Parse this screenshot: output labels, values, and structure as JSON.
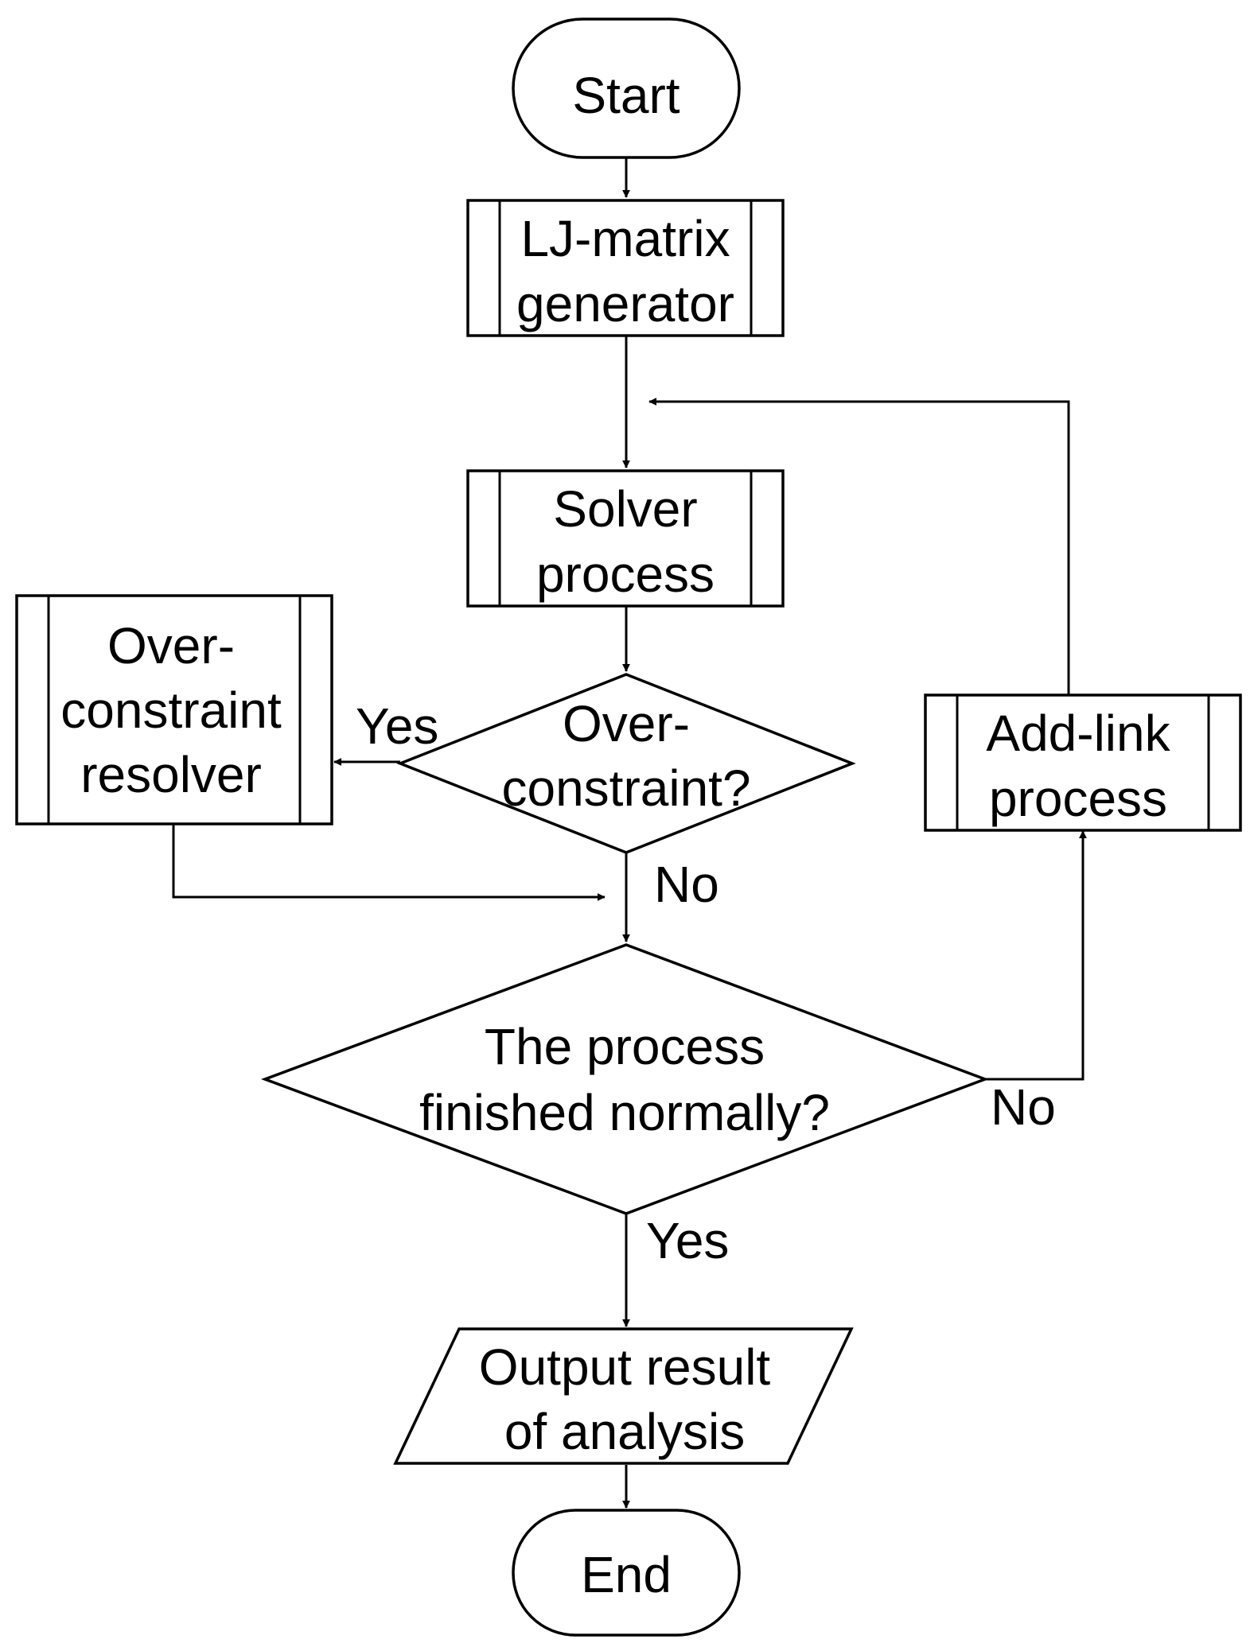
{
  "diagram": {
    "nodes": {
      "start": {
        "lines": [
          "Start"
        ]
      },
      "lj_matrix": {
        "lines": [
          "LJ-matrix",
          "generator"
        ]
      },
      "solver": {
        "lines": [
          "Solver",
          "process"
        ]
      },
      "over_resolver": {
        "lines": [
          "Over-",
          "constraint",
          "resolver"
        ]
      },
      "over_check": {
        "lines": [
          "Over-",
          "constraint?"
        ]
      },
      "add_link": {
        "lines": [
          "Add-link",
          "process"
        ]
      },
      "finished_check": {
        "lines": [
          "The process",
          "finished normally?"
        ]
      },
      "output": {
        "lines": [
          "Output result",
          "of analysis"
        ]
      },
      "end": {
        "lines": [
          "End"
        ]
      }
    },
    "edge_labels": {
      "over_yes": "Yes",
      "over_no": "No",
      "finished_no": "No",
      "finished_yes": "Yes"
    }
  }
}
